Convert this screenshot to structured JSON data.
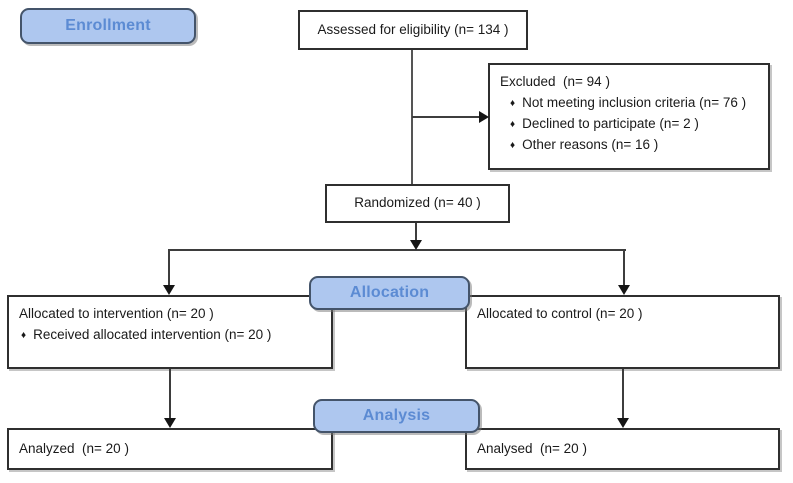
{
  "stages": {
    "enrollment": "Enrollment",
    "allocation": "Allocation",
    "analysis": "Analysis"
  },
  "bullet": "♦",
  "boxes": {
    "assessed": "Assessed for eligibility (n= 134 )",
    "excluded": {
      "title": "Excluded  (n= 94 )",
      "items": [
        "Not meeting inclusion criteria (n= 76 )",
        "Declined to participate (n= 2 )",
        "Other reasons (n= 16 )"
      ]
    },
    "randomized": "Randomized (n= 40 )",
    "allocated_intervention": {
      "title": "Allocated to intervention (n= 20 )",
      "items": [
        "Received allocated intervention (n= 20 )"
      ]
    },
    "allocated_control": {
      "title": "Allocated to control (n= 20 )"
    },
    "analyzed_intervention": "Analyzed  (n= 20 )",
    "analyzed_control": "Analysed  (n= 20 )"
  },
  "colors": {
    "stage_fill": "#aec7ef",
    "stage_text": "#5c8bd3",
    "stage_border": "#44546a",
    "box_border": "#2f2f2f",
    "box_fill": "#ffffff",
    "line": "#3d3d3d",
    "arrow": "#151515"
  }
}
